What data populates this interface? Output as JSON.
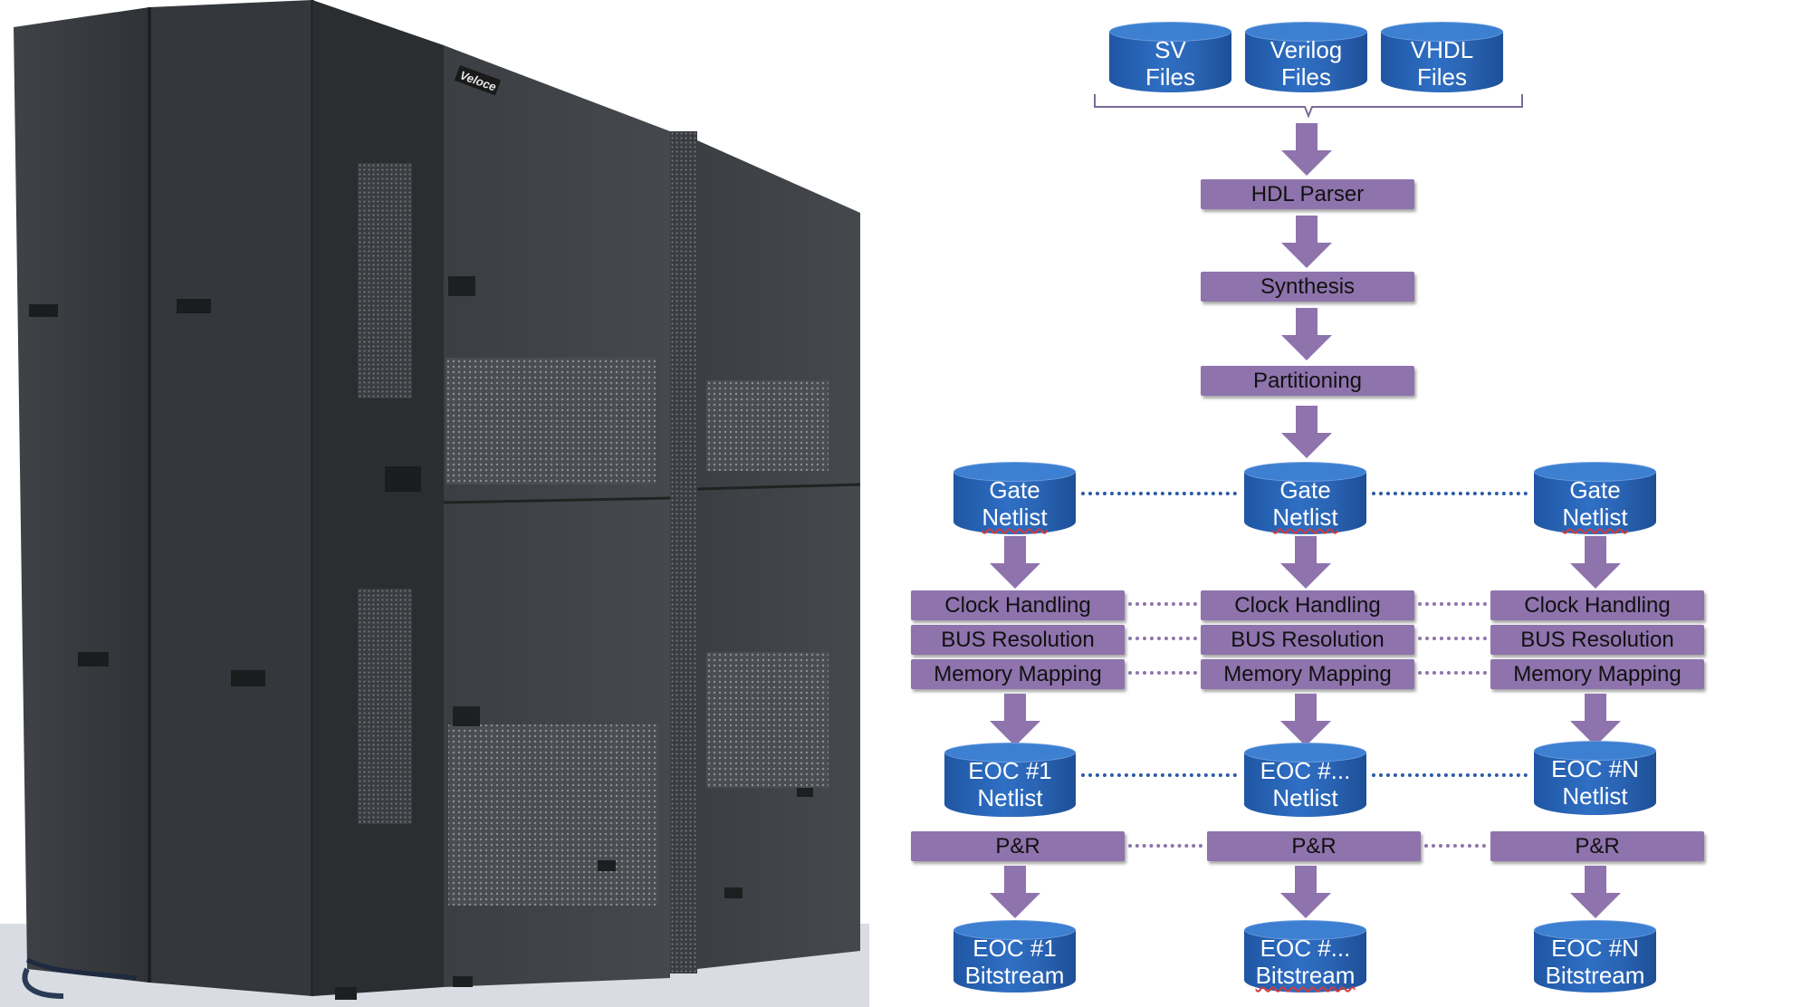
{
  "photo": {
    "description_icon": "emulator-cabinet-photo",
    "brand_label": "Veloce"
  },
  "sources": {
    "sv": [
      "SV",
      "Files"
    ],
    "verilog": [
      "Verilog",
      "Files"
    ],
    "vhdl": [
      "VHDL",
      "Files"
    ]
  },
  "stages": {
    "parser": "HDL Parser",
    "synthesis": "Synthesis",
    "partitioning": "Partitioning"
  },
  "columns": [
    {
      "netlist": [
        "Gate",
        "Netlist"
      ],
      "clock": "Clock Handling",
      "bus": "BUS Resolution",
      "memory": "Memory Mapping",
      "eoc_netlist": [
        "EOC #1",
        "Netlist"
      ],
      "pr": "P&R",
      "eoc_bitstream": [
        "EOC #1",
        "Bitstream"
      ]
    },
    {
      "netlist": [
        "Gate",
        "Netlist"
      ],
      "clock": "Clock Handling",
      "bus": "BUS Resolution",
      "memory": "Memory Mapping",
      "eoc_netlist": [
        "EOC #...",
        "Netlist"
      ],
      "pr": "P&R",
      "eoc_bitstream": [
        "EOC #...",
        "Bitstream"
      ]
    },
    {
      "netlist": [
        "Gate",
        "Netlist"
      ],
      "clock": "Clock Handling",
      "bus": "BUS Resolution",
      "memory": "Memory Mapping",
      "eoc_netlist": [
        "EOC #N",
        "Netlist"
      ],
      "pr": "P&R",
      "eoc_bitstream": [
        "EOC #N",
        "Bitstream"
      ]
    }
  ],
  "colors": {
    "cylinder": "#2a64b4",
    "process_box": "#8e73ad",
    "arrow": "#8e73ad",
    "link_dots_blue": "#2a5aa6"
  }
}
